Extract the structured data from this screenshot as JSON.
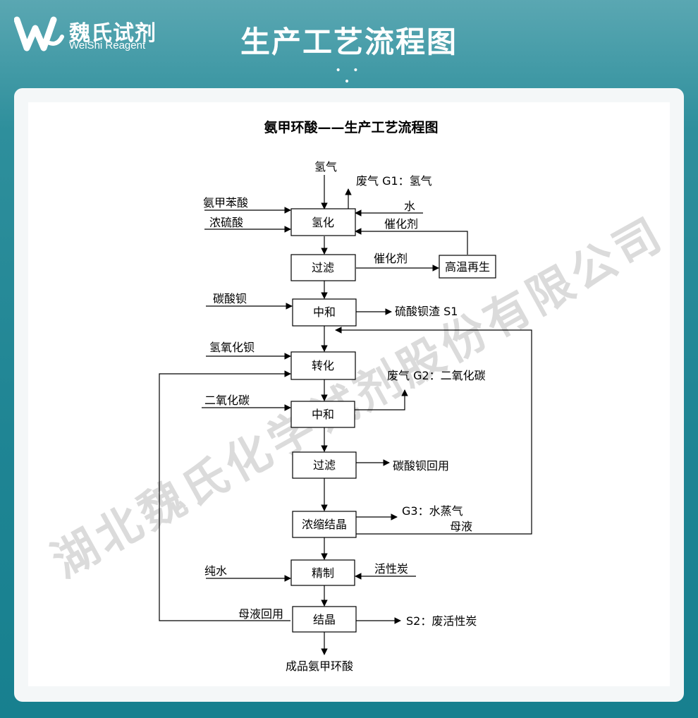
{
  "header": {
    "brand_cn": "魏氏试剂",
    "brand_en": "WeiShi Reagent",
    "title": "生产工艺流程图",
    "dots": "• • •",
    "logo_icon": "ws-logo-icon"
  },
  "diagram": {
    "title": "氨甲环酸——生产工艺流程图",
    "watermark": "湖北魏氏化学试剂股份有限公司",
    "boxes": {
      "hydrogenation": "氢化",
      "filter1": "过滤",
      "regen": "高温再生",
      "neutral1": "中和",
      "convert": "转化",
      "neutral2": "中和",
      "filter2": "过滤",
      "concentrate": "浓缩结晶",
      "refine": "精制",
      "crystal": "结晶"
    },
    "labels": {
      "hydrogen": "氢气",
      "waste_g1": "废气 G1：氢气",
      "aminomethylbenzoic": "氨甲苯酸",
      "conc_sulfuric": "浓硫酸",
      "water": "水",
      "catalyst_in": "催化剂",
      "catalyst_out": "催化剂",
      "barium_carbonate": "碳酸钡",
      "barium_sulfate_s1": "硫酸钡渣 S1",
      "barium_hydroxide": "氢氧化钡",
      "waste_g2": "废气 G2：二氧化碳",
      "co2": "二氧化碳",
      "barium_carbonate_recycle": "碳酸钡回用",
      "g3_steam": "G3：水蒸气",
      "mother_liquor": "母液",
      "pure_water": "纯水",
      "activated_carbon": "活性炭",
      "mother_liquor_recycle": "母液回用",
      "s2_waste_carbon": "S2：废活性炭",
      "product": "成品氨甲环酸"
    }
  }
}
